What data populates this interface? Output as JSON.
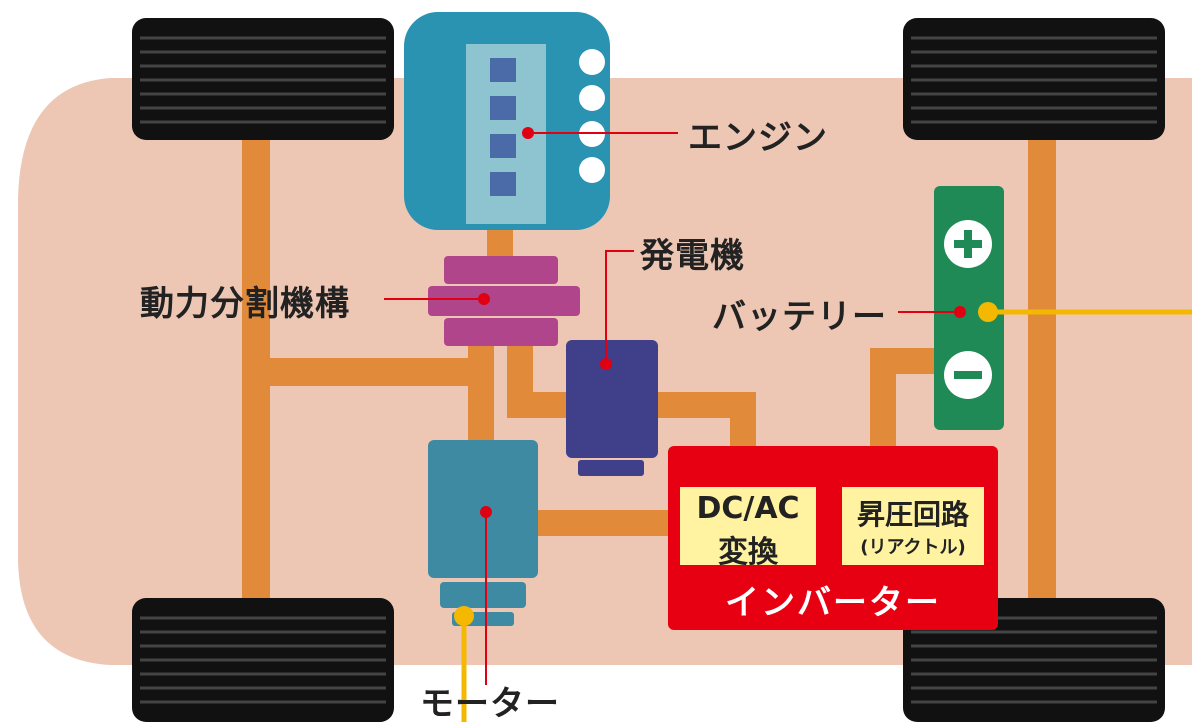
{
  "colors": {
    "chassis": "#edc7b4",
    "shaft": "#e08a3a",
    "tire": "#111111",
    "engine": "#2a93b1",
    "engine_panel": "#8ec3d0",
    "engine_cyl": "#4a6aa8",
    "power_split": "#b0458b",
    "generator": "#3f3f8a",
    "motor": "#3e8aa3",
    "battery": "#1f8a55",
    "inverter": "#e60012",
    "sub_box": "#fff2a0",
    "pointer": "#e00012",
    "signal": "#f5b800"
  },
  "icons": {
    "battery_plus": "plus-icon",
    "battery_minus": "minus-icon"
  },
  "labels": {
    "engine": "エンジン",
    "power_split": "動力分割機構",
    "generator": "発電機",
    "battery": "バッテリー",
    "motor": "モーター",
    "dcac_line1": "DC/AC",
    "dcac_line2": "変換",
    "boost_line1": "昇圧回路",
    "boost_line2": "(リアクトル)",
    "inverter": "インバーター"
  }
}
